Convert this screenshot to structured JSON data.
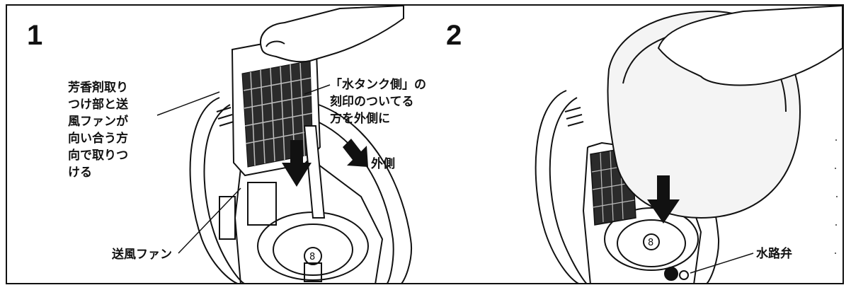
{
  "panel1": {
    "step_number": "1",
    "callout_attach_lines": [
      "芳香剤取り",
      "つけ部と送",
      "風ファンが",
      "向い合う方",
      "向で取りつ",
      "ける"
    ],
    "callout_tank_lines": [
      "「水タンク側」の",
      "刻印のついてる",
      "方を外側に"
    ],
    "callout_outside": "外側",
    "callout_fan": "送風ファン"
  },
  "panel2": {
    "step_number": "2",
    "callout_valve": "水路弁"
  },
  "colors": {
    "line": "#111111",
    "filter_dark": "#2b2b2b",
    "body_light": "#f4f4f4"
  },
  "icons": [
    "down-arrow-icon",
    "outward-arrow-icon",
    "hand-icon",
    "filter-icon"
  ]
}
